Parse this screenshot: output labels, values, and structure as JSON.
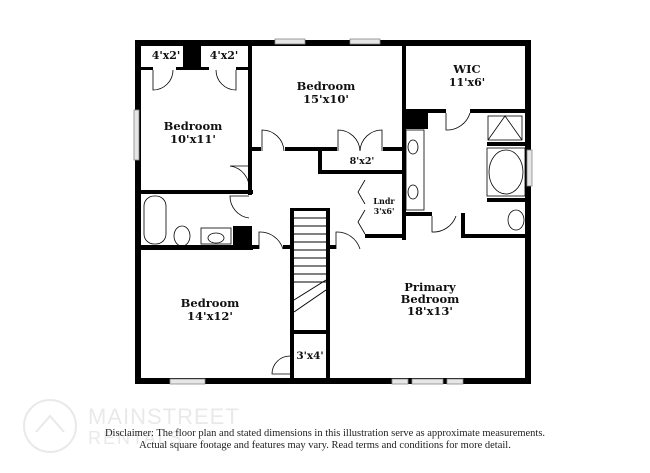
{
  "rooms": [
    {
      "name": "Bedroom",
      "size": "10'x11'"
    },
    {
      "name": "Bedroom",
      "size": "15'x10'"
    },
    {
      "name": "WIC",
      "size": "11'x6'"
    },
    {
      "name": "Bedroom",
      "size": "14'x12'"
    },
    {
      "name": "Primary",
      "name2": "Bedroom",
      "size": "18'x13'"
    },
    {
      "name": "Lndr",
      "size": "3'x6'"
    }
  ],
  "closets": [
    "4'x2'",
    "4'x2'",
    "8'x2'",
    "3'x4'"
  ],
  "disclaimer": {
    "line1": "Disclaimer: The floor plan and stated dimensions in this illustration serve as approximate measurements.",
    "line2": "Actual square footage and features may vary. Read terms and conditions for more detail."
  },
  "logo": {
    "line1": "MAINSTREET",
    "line2": "RENTALS"
  },
  "colors": {
    "wall": "#000000",
    "window": "#e6e6e6"
  }
}
